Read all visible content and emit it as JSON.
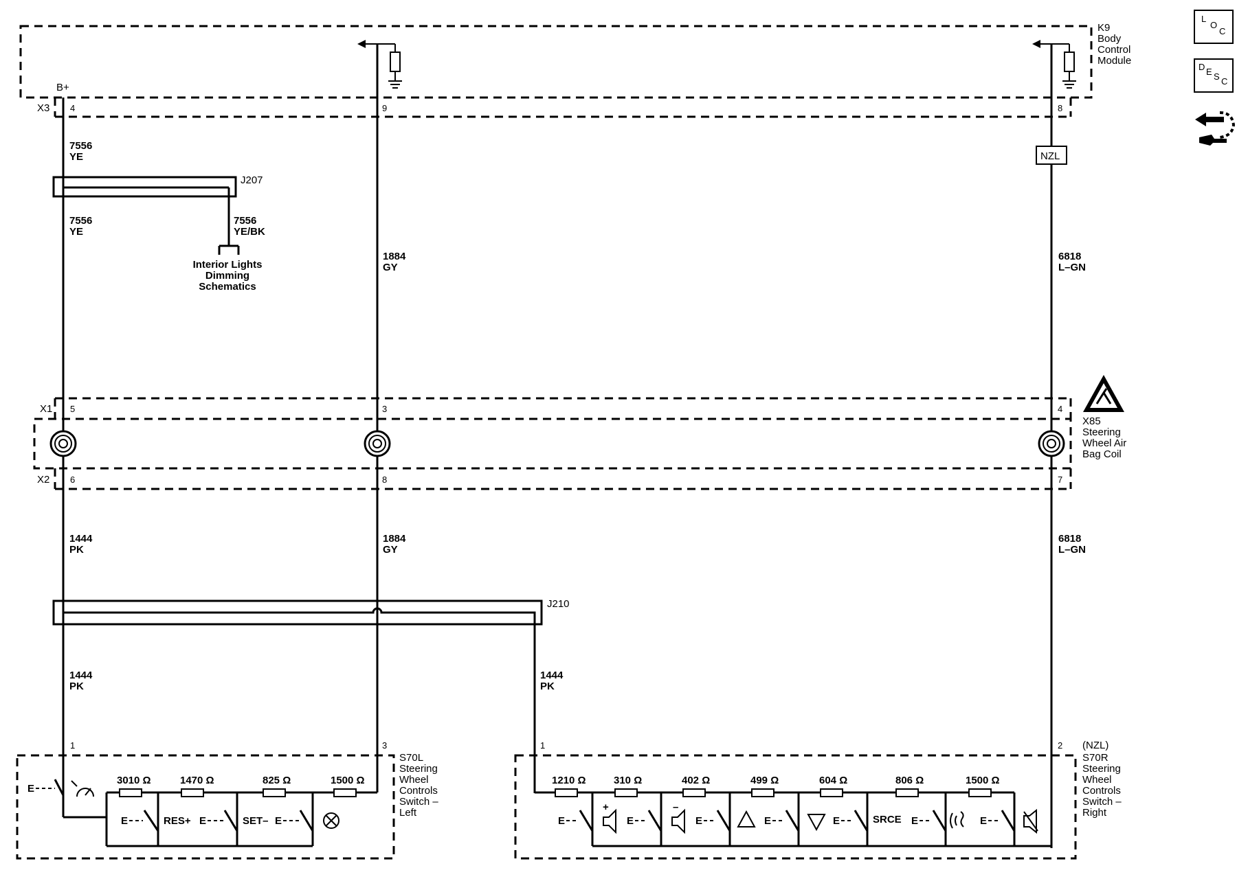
{
  "modules": {
    "bcm": {
      "id": "K9",
      "l1": "Body",
      "l2": "Control",
      "l3": "Module"
    },
    "coil": {
      "id": "X85",
      "l1": "Steering",
      "l2": "Wheel Air",
      "l3": "Bag Coil"
    },
    "left_switch": {
      "id": "S70L",
      "l1": "Steering",
      "l2": "Wheel",
      "l3": "Controls",
      "l4": "Switch –",
      "l5": "Left"
    },
    "right_switch": {
      "opt": "(NZL)",
      "id": "S70R",
      "l1": "Steering",
      "l2": "Wheel",
      "l3": "Controls",
      "l4": "Switch –",
      "l5": "Right"
    }
  },
  "connectors": {
    "x3": "X3",
    "x1": "X1",
    "x2": "X2"
  },
  "pins": {
    "x3_bplus": "4",
    "x3_gy": "9",
    "x3_lgn": "8",
    "x1_bplus": "5",
    "x1_gy": "3",
    "x1_lgn": "4",
    "x2_pk": "6",
    "x2_gy": "8",
    "x2_lgn": "7",
    "sl_pk": "1",
    "sl_gy": "3",
    "sr_pk": "1",
    "sr_lgn": "2"
  },
  "supply": "B+",
  "option": "NZL",
  "splices": {
    "j207": "J207",
    "j210": "J210"
  },
  "wires": {
    "w1": {
      "circuit": "7556",
      "color": "YE"
    },
    "w2": {
      "circuit": "7556",
      "color": "YE"
    },
    "w3": {
      "circuit": "7556",
      "color": "YE/BK"
    },
    "w4": {
      "circuit": "1884",
      "color": "GY"
    },
    "w5": {
      "circuit": "6818",
      "color": "L–GN"
    },
    "w6": {
      "circuit": "1444",
      "color": "PK"
    },
    "w7": {
      "circuit": "1884",
      "color": "GY"
    },
    "w8": {
      "circuit": "6818",
      "color": "L–GN"
    },
    "w9": {
      "circuit": "1444",
      "color": "PK"
    },
    "w10": {
      "circuit": "1444",
      "color": "PK"
    }
  },
  "reference": {
    "l1": "Interior Lights",
    "l2": "Dimming",
    "l3": "Schematics"
  },
  "resistors_left": [
    "3010 Ω",
    "1470 Ω",
    "825 Ω",
    "1500 Ω"
  ],
  "resistors_right": [
    "1210 Ω",
    "310 Ω",
    "402 Ω",
    "499 Ω",
    "604 Ω",
    "806 Ω",
    "1500 Ω"
  ],
  "switch_labels": {
    "res": "RES+",
    "set": "SET–",
    "srce": "SRCE",
    "e": "E"
  },
  "side_icons": {
    "loc": {
      "a": "L",
      "b": "O",
      "c": "C"
    },
    "desc": {
      "a": "D",
      "b": "E",
      "c": "S",
      "d": "C"
    }
  }
}
